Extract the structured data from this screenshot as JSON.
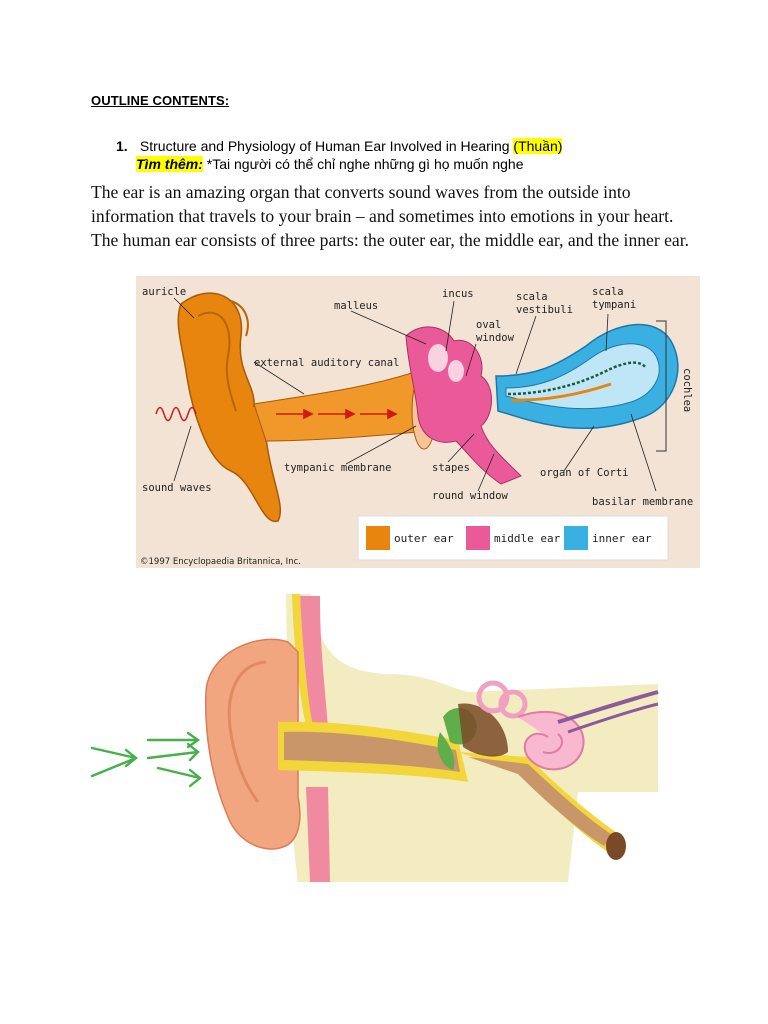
{
  "heading": "OUTLINE CONTENTS:",
  "item": {
    "number": "1.",
    "title": "Structure and Physiology of Human Ear Involved in Hearing",
    "author": "(Thuần)",
    "more_label": "Tìm thêm:",
    "more_text": "*Tai người có thể chỉ nghe những gì họ muốn nghe"
  },
  "paragraph": "The ear is an amazing organ that converts sound waves from the outside into information that travels to your brain – and sometimes into emotions in your heart. The human ear consists of three parts: the outer ear, the middle ear, and the inner ear.",
  "figure1": {
    "labels": {
      "auricle": "auricle",
      "malleus": "malleus",
      "incus": "incus",
      "scala_vestibuli_1": "scala",
      "scala_vestibuli_2": "vestibuli",
      "scala_tympani_1": "scala",
      "scala_tympani_2": "tympani",
      "oval_window_1": "oval",
      "oval_window_2": "window",
      "external_auditory_canal": "external auditory canal",
      "cochlea": "cochlea",
      "tympanic_membrane": "tympanic membrane",
      "stapes": "stapes",
      "organ_of_corti": "organ of Corti",
      "sound_waves": "sound waves",
      "round_window": "round window",
      "basilar_membrane": "basilar membrane"
    },
    "legend": {
      "outer": "outer ear",
      "middle": "middle ear",
      "inner": "inner ear"
    },
    "copyright": "©1997 Encyclopaedia Britannica, Inc.",
    "colors": {
      "outer": "#e8850f",
      "middle": "#ea5a98",
      "inner": "#3ab0e2"
    }
  }
}
